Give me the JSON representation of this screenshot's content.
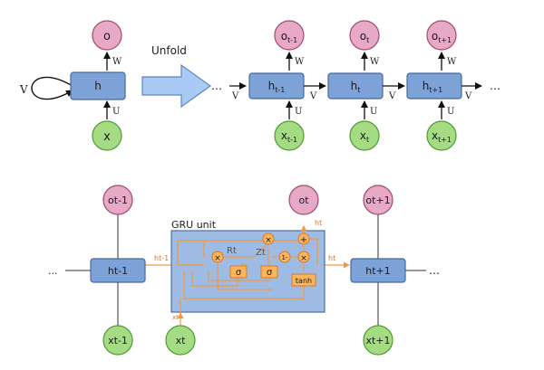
{
  "colors": {
    "pink_fill": "#e7a9c6",
    "pink_stroke": "#a04a72",
    "green_fill": "#a5dc83",
    "green_stroke": "#4f9a35",
    "blue_fill": "#7da2d8",
    "blue_stroke": "#46689d",
    "gru_fill": "#9ebbe3",
    "gru_stroke": "#4d71a6",
    "orange": "#f29a3f",
    "orange_fill": "#ffb35a",
    "arrow_fill": "#a9caf4",
    "arrow_stroke": "#5d86c2"
  },
  "top": {
    "folded": {
      "output": "o",
      "hidden": "h",
      "input": "x",
      "loop_label": "V",
      "w_label": "W",
      "u_label": "U"
    },
    "unfold_label": "Unfold",
    "ellipsis": "…",
    "cells": [
      {
        "output": "o",
        "output_sub": "t-1",
        "hidden": "h",
        "hidden_sub": "t-1",
        "input": "x",
        "input_sub": "t-1"
      },
      {
        "output": "o",
        "output_sub": "t",
        "hidden": "h",
        "hidden_sub": "t",
        "input": "x",
        "input_sub": "t"
      },
      {
        "output": "o",
        "output_sub": "t+1",
        "hidden": "h",
        "hidden_sub": "t+1",
        "input": "x",
        "input_sub": "t+1"
      }
    ],
    "v_label": "V",
    "w_label": "W",
    "u_label": "U"
  },
  "bottom": {
    "title": "GRU unit",
    "left": {
      "output": "ot-1",
      "hidden": "ht-1",
      "input": "xt-1"
    },
    "center": {
      "output": "ot",
      "input": "xt"
    },
    "right": {
      "output": "ot+1",
      "hidden": "ht+1",
      "input": "xt+1"
    },
    "ellipsis": "...",
    "ellipsis_right": "…",
    "labels": {
      "ht_minus_1": "ht-1",
      "ht": "ht",
      "ht_up": "ht",
      "xt_in": "xt",
      "rt": "Rt",
      "zt": "Zt",
      "sigma": "σ",
      "tanh": "tanh",
      "one_minus": "1-",
      "multiply": "×",
      "plus": "+"
    }
  }
}
